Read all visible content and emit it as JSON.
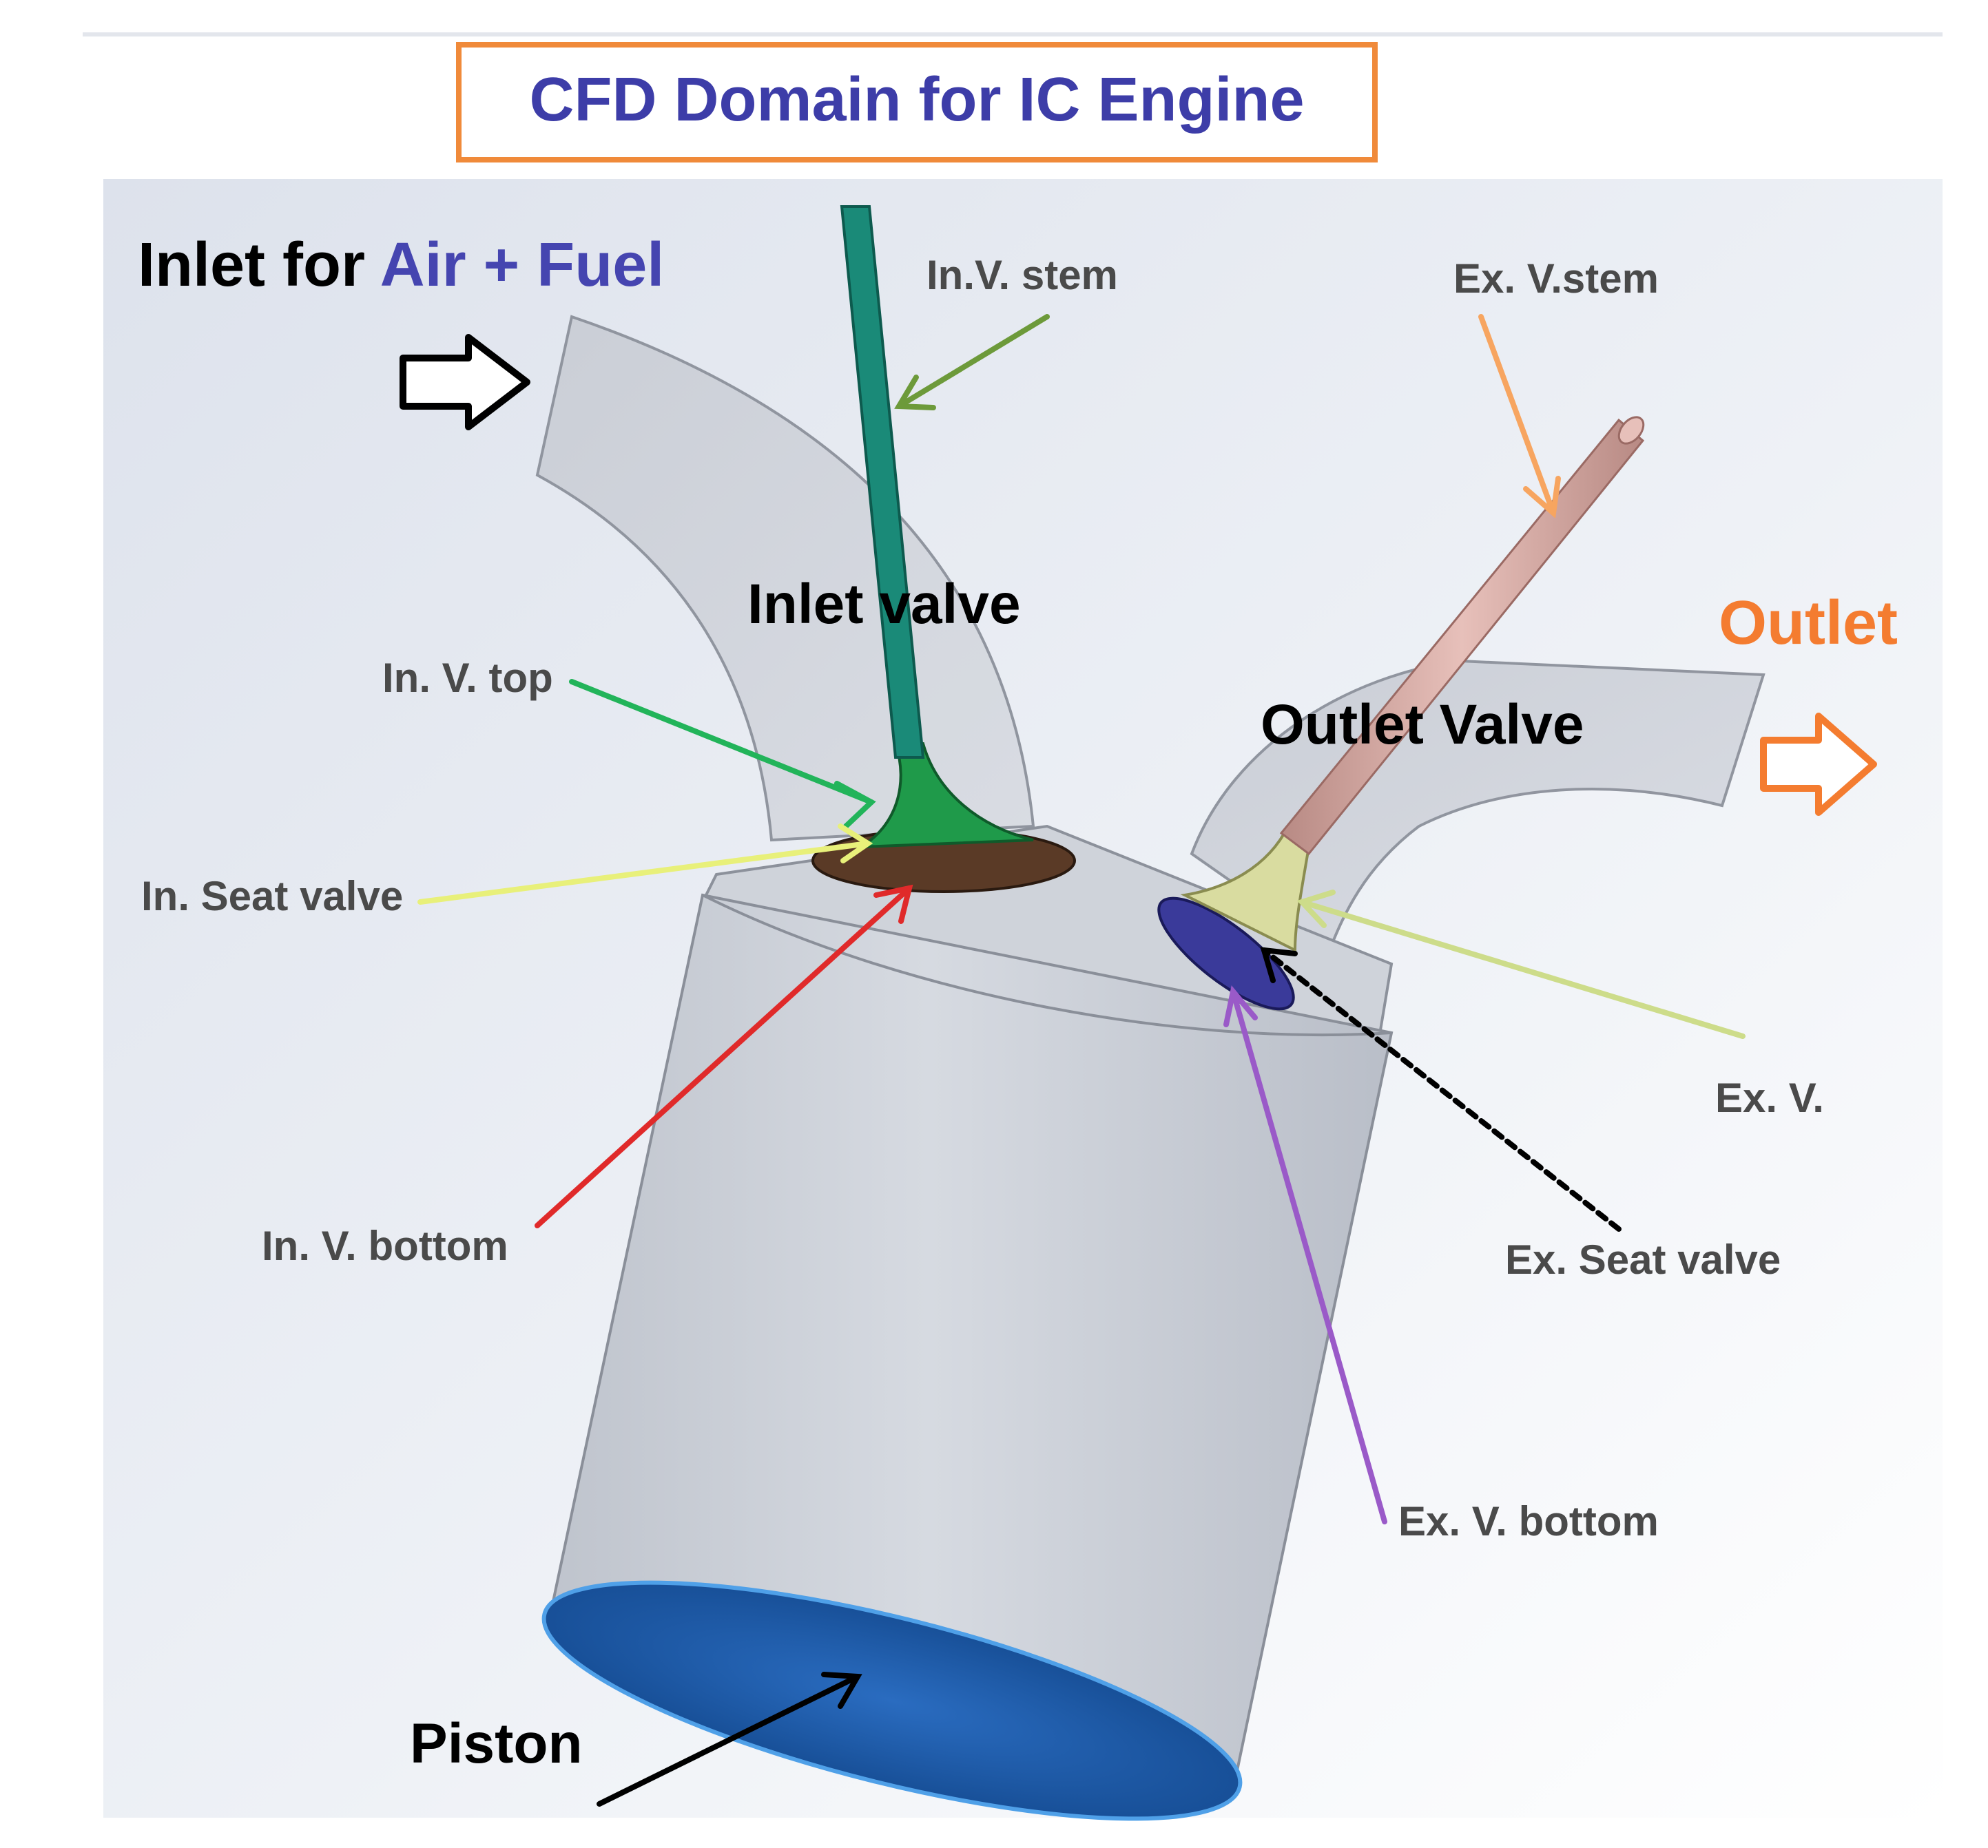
{
  "title": "CFD Domain for IC Engine",
  "inlet": {
    "prefix": "Inlet for ",
    "highlight": "Air + Fuel"
  },
  "outlet": "Outlet",
  "labels": {
    "inlet_valve_stem": "In.V. stem",
    "exhaust_valve_stem": "Ex. V.stem",
    "inlet_valve": "Inlet valve",
    "outlet_valve": "Outlet Valve",
    "inlet_valve_top": "In. V. top",
    "inlet_seat_valve": "In. Seat valve",
    "inlet_valve_bottom": "In. V. bottom",
    "exhaust_valve": "Ex. V.",
    "exhaust_seat_valve": "Ex. Seat valve",
    "exhaust_valve_bottom": "Ex. V. bottom",
    "piston": "Piston"
  },
  "colors": {
    "title_text": "#3d3da8",
    "title_border": "#f08a3a",
    "highlight_text": "#4545b0",
    "outlet_text": "#f47c30",
    "inlet_valve": "#1a8a78",
    "exhaust_stem": "#d9a6a0",
    "piston": "#1f5fae",
    "arrow_in_stem": "#6d9a3a",
    "arrow_ex_stem": "#f7a560",
    "arrow_in_top": "#22b45a",
    "arrow_in_seat": "#e8f07a",
    "arrow_in_bottom": "#e02a2a",
    "arrow_ex_valve": "#cddc8a",
    "arrow_ex_bottom": "#9a5ac8",
    "arrow_piston": "#000000"
  }
}
